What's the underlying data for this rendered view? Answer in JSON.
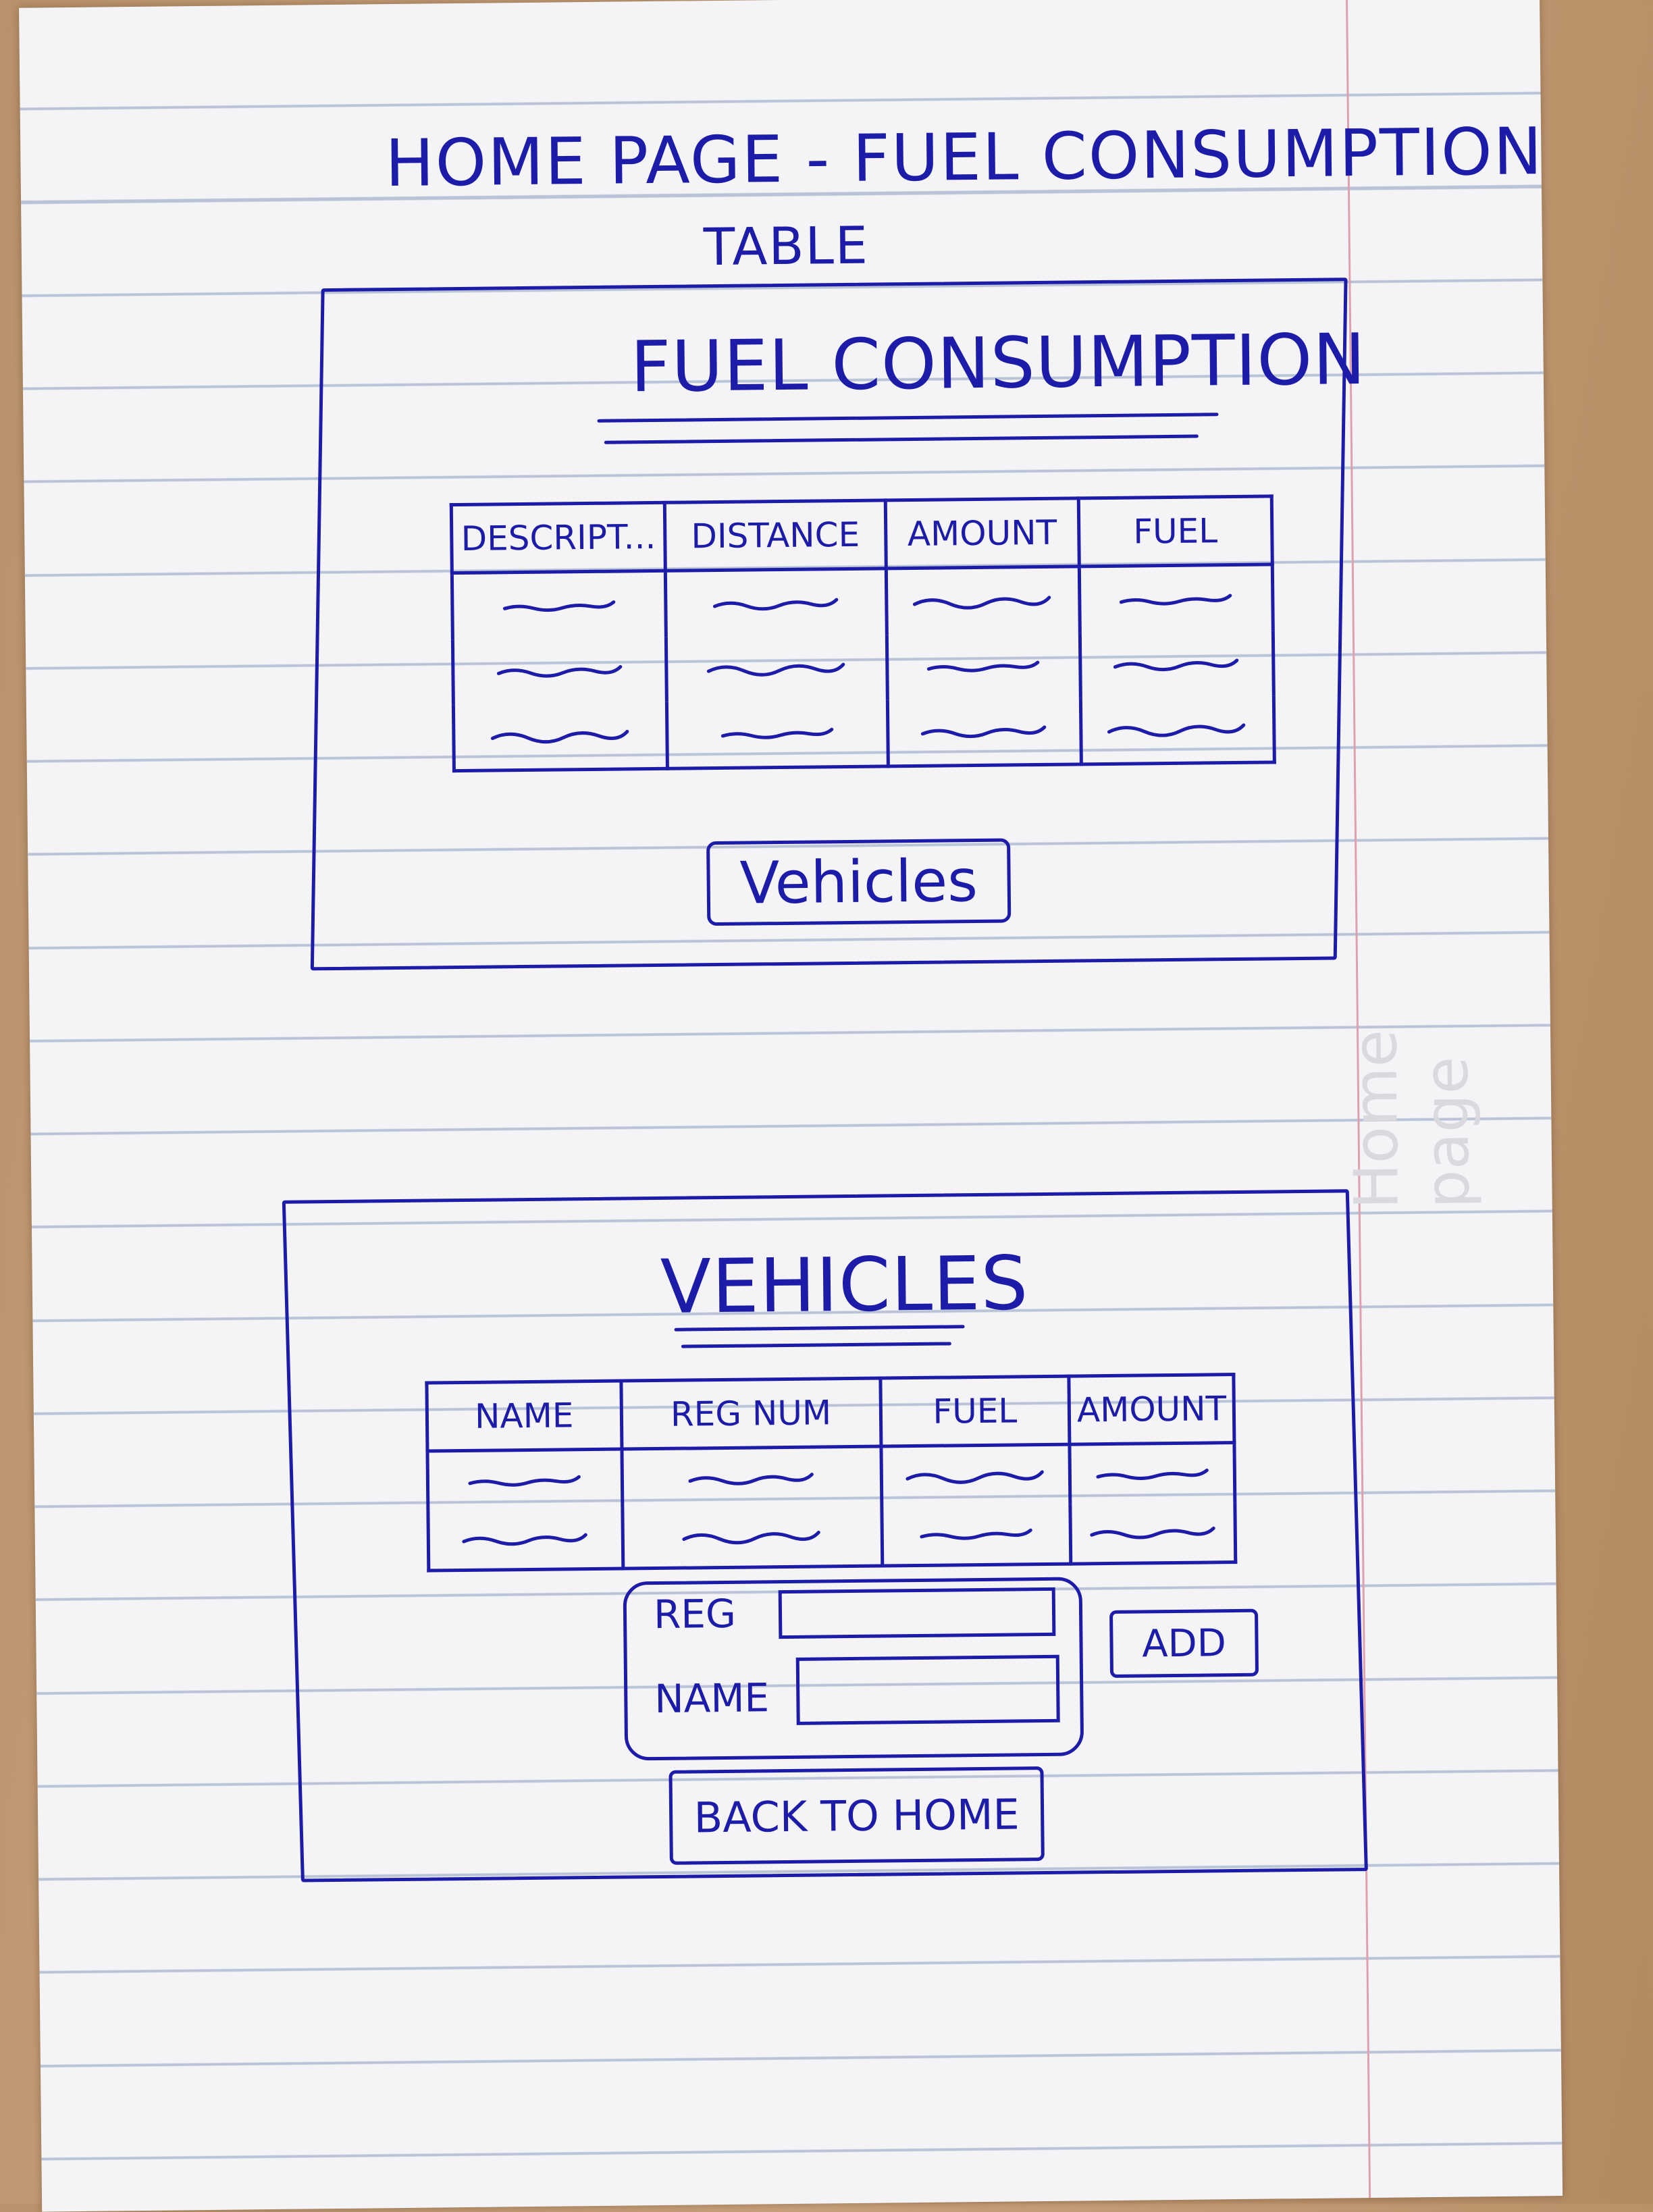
{
  "page": {
    "heading_line1": "HOME PAGE - FUEL CONSUMPTION",
    "heading_line2": "TABLE",
    "margin_note": "Home page"
  },
  "fuel_screen": {
    "title": "FUEL CONSUMPTION",
    "columns": [
      "DESCRIPT...",
      "DISTANCE",
      "AMOUNT",
      "FUEL"
    ],
    "row_count": 3,
    "vehicles_button": "Vehicles"
  },
  "vehicles_screen": {
    "title": "VEHICLES",
    "columns": [
      "NAME",
      "REG NUM",
      "FUEL",
      "AMOUNT"
    ],
    "row_count": 2,
    "form": {
      "reg_label": "REG",
      "name_label": "NAME"
    },
    "add_button": "ADD",
    "back_button": "BACK TO HOME"
  },
  "colors": {
    "ink": "#1c1ca8",
    "paper": "#f4f4f6",
    "rule": "#b9c3d6",
    "margin": "#e0a0ae"
  }
}
